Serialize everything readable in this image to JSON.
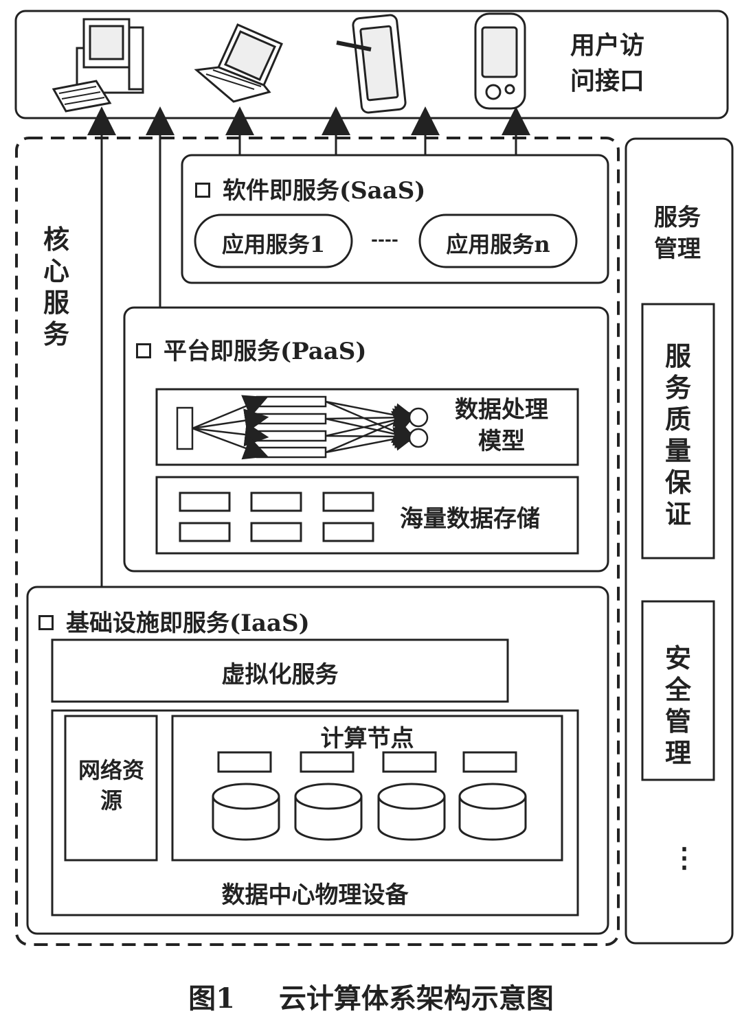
{
  "user_interface": {
    "label": "用户访问接口"
  },
  "core_services": {
    "label": "核心服务"
  },
  "saas": {
    "title": "软件即服务(SaaS)",
    "app_first": "应用服务1",
    "ellipsis": "----",
    "app_last": "应用服务n"
  },
  "paas": {
    "title": "平台即服务(PaaS)",
    "processing_model": "数据处理模型",
    "storage": "海量数据存储"
  },
  "iaas": {
    "title": "基础设施即服务(IaaS)",
    "virtualization": "虚拟化服务",
    "network": "网络资源",
    "compute_nodes": "计算节点",
    "datacenter": "数据中心物理设备"
  },
  "management": {
    "title": "服务管理",
    "qos": "服务质量保证",
    "security": "安全管理",
    "more": "⋮"
  },
  "caption": {
    "figure": "图1",
    "text": "云计算体系架构示意图"
  },
  "icons": [
    "desktop-computer-icon",
    "laptop-icon",
    "tablet-with-stylus-icon",
    "mobile-phone-icon"
  ]
}
